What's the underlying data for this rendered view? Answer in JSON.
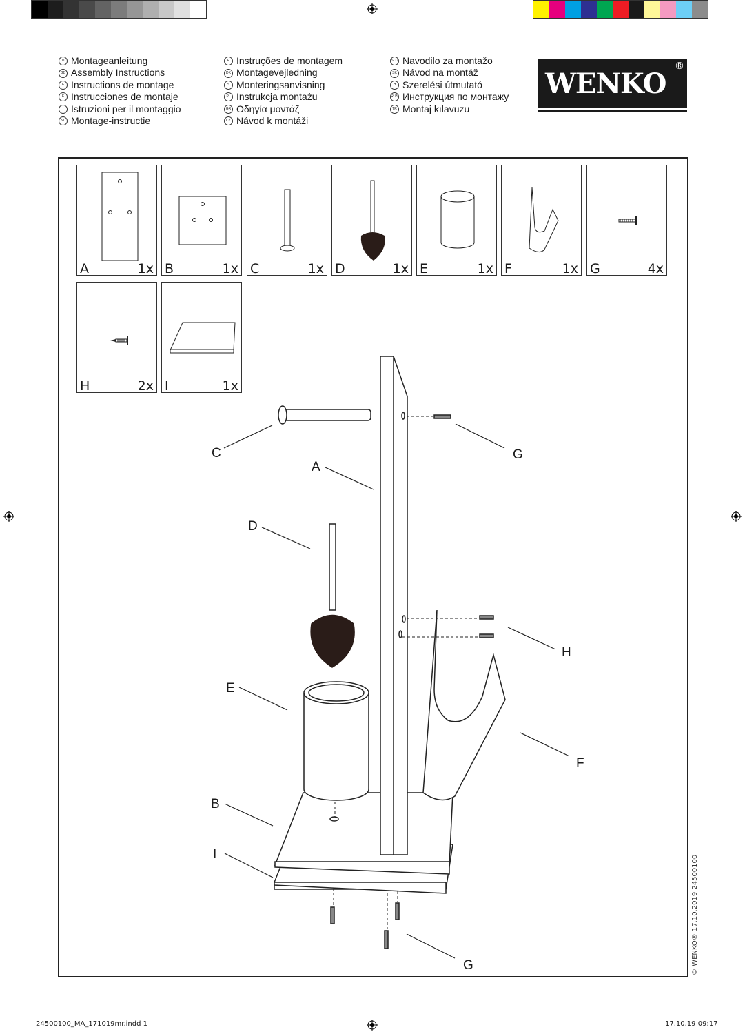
{
  "color_bars": {
    "grayscale": [
      "#000000",
      "#1d1d1d",
      "#333333",
      "#4a4a4a",
      "#636363",
      "#7c7c7c",
      "#969696",
      "#afafaf",
      "#c8c8c8",
      "#e0e0e0",
      "#ffffff"
    ],
    "process": [
      "#fff200",
      "#e6007e",
      "#00a0e3",
      "#2e3092",
      "#00a651",
      "#ed1c24",
      "#1a1a1a",
      "#fff799",
      "#f49ac1",
      "#6dcff6",
      "#8c8c8c"
    ]
  },
  "languages": [
    [
      {
        "code": "D",
        "text": "Montageanleitung"
      },
      {
        "code": "GB",
        "text": "Assembly Instructions"
      },
      {
        "code": "F",
        "text": "Instructions de montage"
      },
      {
        "code": "E",
        "text": "Instrucciones de montaje"
      },
      {
        "code": "I",
        "text": "Istruzioni per il montaggio"
      },
      {
        "code": "NL",
        "text": "Montage-instructie"
      }
    ],
    [
      {
        "code": "P",
        "text": "Instruções de montagem"
      },
      {
        "code": "DK",
        "text": "Montagevejledning"
      },
      {
        "code": "S",
        "text": "Monteringsanvisning"
      },
      {
        "code": "PL",
        "text": "Instrukcja montażu"
      },
      {
        "code": "GR",
        "text": "Οδηγία μοντάζ"
      },
      {
        "code": "CZ",
        "text": "Návod k montáži"
      }
    ],
    [
      {
        "code": "SLO",
        "text": "Navodilo za montažo"
      },
      {
        "code": "SK",
        "text": "Návod na montáž"
      },
      {
        "code": "H",
        "text": "Szerelési útmutató"
      },
      {
        "code": "RUS",
        "text": "Инструкция по монтажу"
      },
      {
        "code": "TR",
        "text": "Montaj kılavuzu"
      }
    ]
  ],
  "logo": {
    "text": "WENKO",
    "mark": "®"
  },
  "parts": [
    {
      "letter": "A",
      "qty": "1x"
    },
    {
      "letter": "B",
      "qty": "1x"
    },
    {
      "letter": "C",
      "qty": "1x"
    },
    {
      "letter": "D",
      "qty": "1x"
    },
    {
      "letter": "E",
      "qty": "1x"
    },
    {
      "letter": "F",
      "qty": "1x"
    },
    {
      "letter": "G",
      "qty": "4x"
    },
    {
      "letter": "H",
      "qty": "2x"
    },
    {
      "letter": "I",
      "qty": "1x"
    }
  ],
  "diagram_labels": {
    "C": "C",
    "A": "A",
    "G_top": "G",
    "D": "D",
    "H": "H",
    "E": "E",
    "F": "F",
    "B": "B",
    "I": "I",
    "G_bottom": "G"
  },
  "copyright": "© WENKO® 17.10.2019  24500100",
  "footer": {
    "file": "24500100_MA_171019mr.indd   1",
    "datetime": "17.10.19   09:17"
  }
}
